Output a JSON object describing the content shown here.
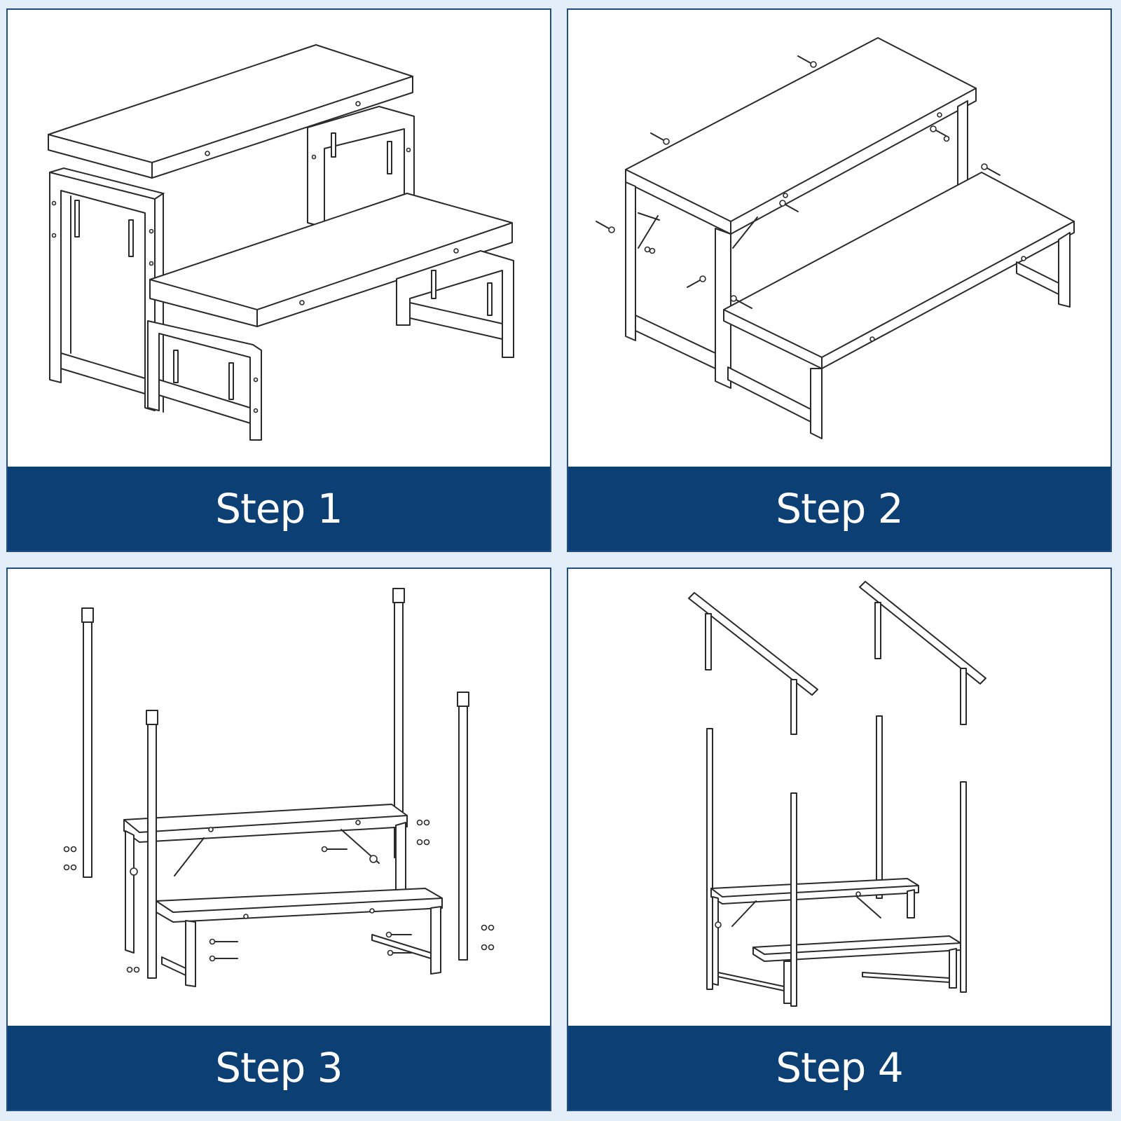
{
  "colors": {
    "page_background": "#e3eef8",
    "panel_border": "#1f4f86",
    "caption_background": "#0c3f73",
    "caption_text": "#ffffff",
    "line_art": "#2a2a2a"
  },
  "panels": [
    {
      "caption": "Step 1"
    },
    {
      "caption": "Step 2"
    },
    {
      "caption": "Step 3"
    },
    {
      "caption": "Step 4"
    }
  ]
}
